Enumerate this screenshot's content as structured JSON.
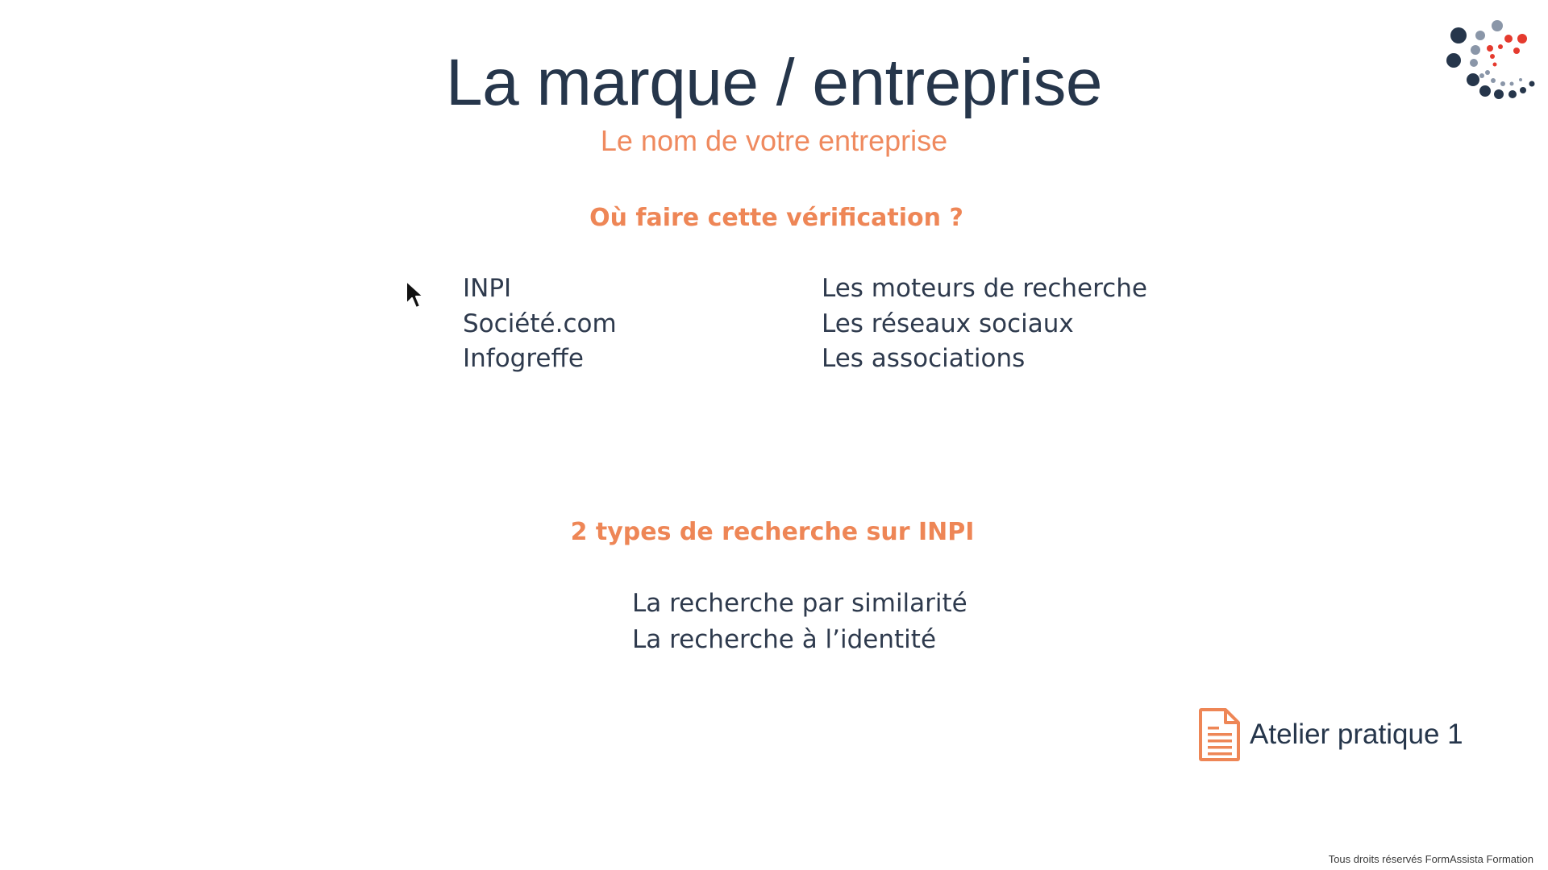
{
  "slide": {
    "title": "La marque / entreprise",
    "subtitle": "Le nom de votre entreprise",
    "section1": {
      "heading": "Où faire cette vérification ?",
      "left_items": [
        "INPI",
        "Société.com",
        "Infogreffe"
      ],
      "right_items": [
        "Les moteurs de recherche",
        "Les réseaux sociaux",
        "Les associations"
      ]
    },
    "section2": {
      "heading": "2 types de recherche sur INPI",
      "items": [
        "La recherche par similarité",
        "La recherche à l’identité"
      ]
    },
    "workshop": {
      "label": "Atelier pratique 1",
      "icon": "document-icon"
    },
    "footer": "Tous droits réservés FormAssista Formation"
  },
  "colors": {
    "title": "#26364b",
    "accent": "#ee8656",
    "text": "#2e3a4d",
    "logo_dark": "#26364b",
    "logo_gray": "#8a96a8",
    "logo_red": "#e53a2e"
  }
}
